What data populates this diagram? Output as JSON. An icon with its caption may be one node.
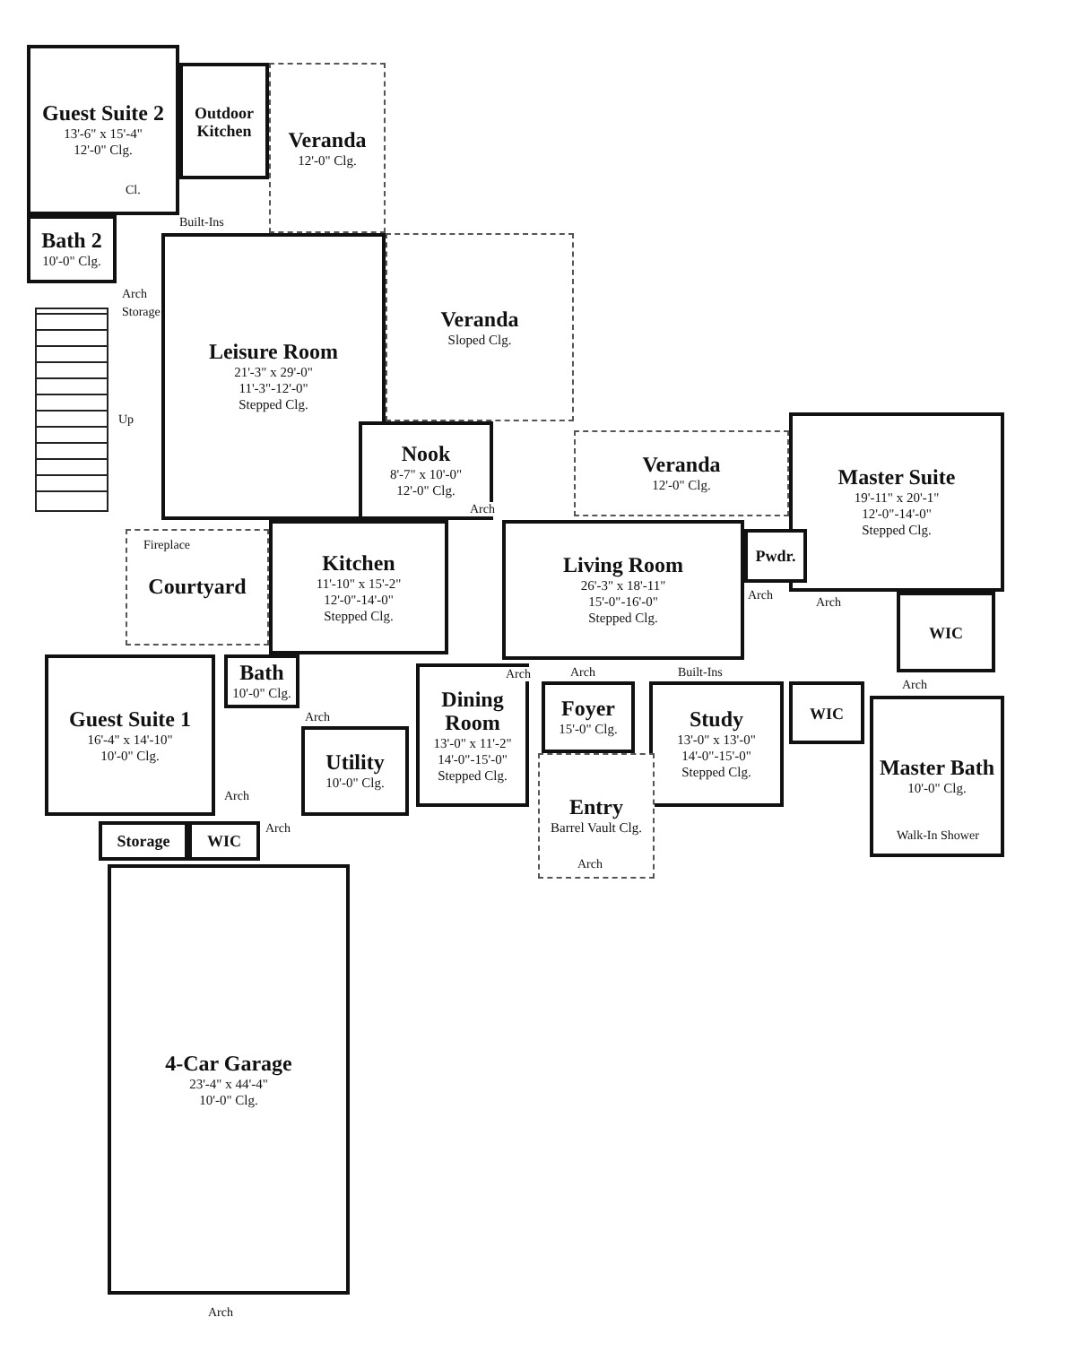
{
  "diagram": {
    "nodes": [
      {
        "text": [
          "Guest Suite 2",
          "13'-6\" x 15'-4\"",
          "12'-0\" Clg."
        ]
      },
      {
        "text": [
          "Outdoor Kitchen"
        ]
      },
      {
        "text": [
          "Veranda",
          "12'-0\" Clg."
        ]
      },
      {
        "text": [
          "Bath 2",
          "10'-0\" Clg."
        ]
      },
      {
        "text": [
          "Leisure Room",
          "21'-3\" x 29'-0\"",
          "11'-3\"-12'-0\"",
          "Stepped Clg."
        ]
      },
      {
        "text": [
          "Veranda",
          "Sloped Clg."
        ]
      },
      {
        "text": [
          "Nook",
          "8'-7\" x 10'-0\"",
          "12'-0\" Clg."
        ]
      },
      {
        "text": [
          "Veranda",
          "12'-0\" Clg."
        ]
      },
      {
        "text": [
          "Master Suite",
          "19'-11\" x 20'-1\"",
          "12'-0\"-14'-0\"",
          "Stepped Clg."
        ]
      },
      {
        "text": [
          "Courtyard"
        ]
      },
      {
        "text": [
          "Kitchen",
          "11'-10\" x 15'-2\"",
          "12'-0\"-14'-0\"",
          "Stepped Clg."
        ]
      },
      {
        "text": [
          "Living Room",
          "26'-3\" x 18'-11\"",
          "15'-0\"-16'-0\"",
          "Stepped Clg."
        ]
      },
      {
        "text": [
          "Pwdr."
        ]
      },
      {
        "text": [
          "Bath",
          "10'-0\" Clg."
        ]
      },
      {
        "text": [
          "Guest Suite 1",
          "16'-4\" x 14'-10\"",
          "10'-0\" Clg."
        ]
      },
      {
        "text": [
          "Dining Room",
          "13'-0\" x 11'-2\"",
          "14'-0\"-15'-0\"",
          "Stepped Clg."
        ]
      },
      {
        "text": [
          "Foyer",
          "15'-0\" Clg."
        ]
      },
      {
        "text": [
          "Study",
          "13'-0\" x 13'-0\"",
          "14'-0\"-15'-0\"",
          "Stepped Clg."
        ]
      },
      {
        "text": [
          "WIC"
        ]
      },
      {
        "text": [
          "WIC"
        ]
      },
      {
        "text": [
          "Master Bath",
          "10'-0\" Clg."
        ]
      },
      {
        "text": [
          "Utility",
          "10'-0\" Clg."
        ]
      },
      {
        "text": [
          "WIC"
        ]
      },
      {
        "text": [
          "Storage"
        ]
      },
      {
        "text": [
          "Entry",
          "Barrel Vault Clg."
        ]
      },
      {
        "text": [
          "4-Car Garage",
          "23'-4\" x 44'-4\"",
          "10'-0\" Clg."
        ]
      }
    ],
    "labels": [
      "Cl.",
      "Arch",
      "Storage",
      "Built-Ins",
      "Up",
      "Fireplace",
      "Arch",
      "Arch",
      "Arch",
      "Arch",
      "Arch",
      "Arch",
      "Built-Ins",
      "Arch",
      "Arch",
      "Arch",
      "Walk-In Shower",
      "Arch",
      "Arch"
    ]
  }
}
